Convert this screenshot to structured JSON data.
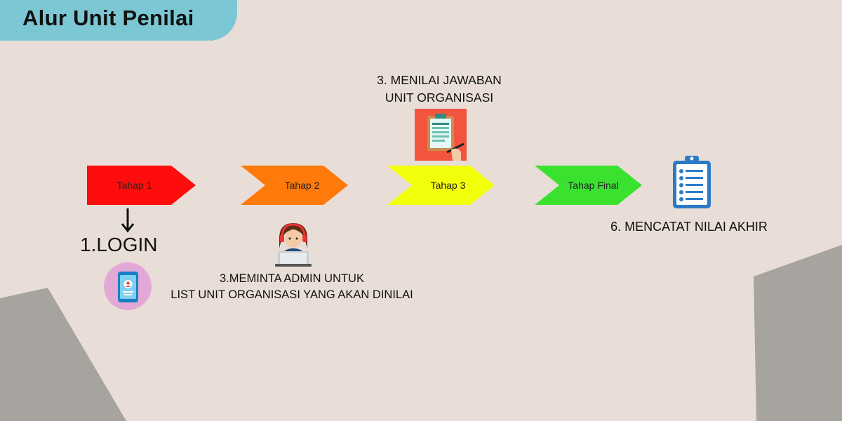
{
  "header": {
    "title": "Alur Unit Penilai"
  },
  "steps": [
    {
      "label": "Tahap 1",
      "color": "#ff0d0d"
    },
    {
      "label": "Tahap 2",
      "color": "#ff7a0a"
    },
    {
      "label": "Tahap 3",
      "color": "#f2ff0a"
    },
    {
      "label": "Tahap Final",
      "color": "#3ae22f"
    }
  ],
  "captions": {
    "login": "1.LOGIN",
    "meminta": [
      "3.MEMINTA ADMIN UNTUK",
      "LIST UNIT ORGANISASI YANG AKAN DINILAI"
    ],
    "menilai": [
      "3. MENILAI JAWABAN",
      "UNIT ORGANISASI"
    ],
    "mencatat": "6. MENCATAT NILAI AKHIR"
  },
  "icons": {
    "arrow": "arrow-down-icon",
    "phone": "phone-profile-icon",
    "admin": "admin-headset-laptop-icon",
    "clipboard_review": "clipboard-writing-icon",
    "clipboard_final": "checklist-clipboard-icon"
  },
  "colors": {
    "accent": "#7cc7d4",
    "background": "#e9ddd7",
    "shape": "#a7a39f"
  }
}
